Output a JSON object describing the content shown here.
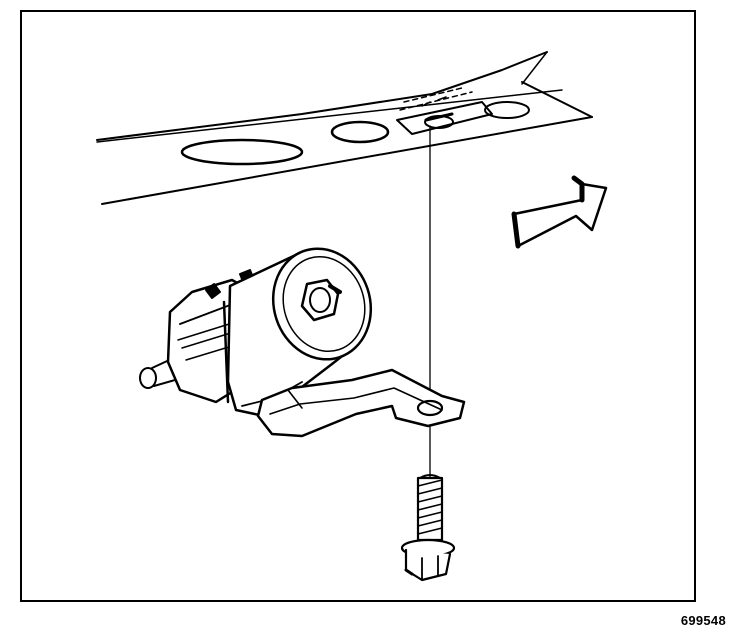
{
  "figure": {
    "number": "699548",
    "parts": [
      {
        "name": "frame-rail",
        "icon": "frame-rail-icon"
      },
      {
        "name": "fuel-filter",
        "icon": "fuel-filter-icon"
      },
      {
        "name": "mounting-bracket",
        "icon": "bracket-icon"
      },
      {
        "name": "bolt",
        "icon": "bolt-icon"
      },
      {
        "name": "direction-arrow",
        "icon": "forward-arrow-icon"
      }
    ]
  },
  "colors": {
    "ink": "#000000",
    "paper": "#ffffff"
  }
}
